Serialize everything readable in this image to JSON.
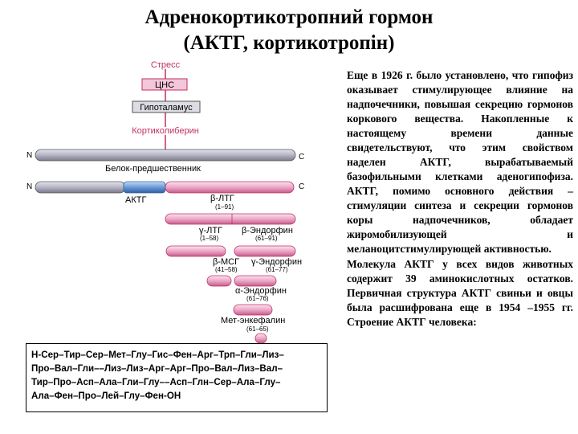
{
  "slide": {
    "title_line1": "Адренокортикотропний гормон",
    "title_line2": "(АКТГ, кортикотропін)"
  },
  "diagram": {
    "stress": "Стресс",
    "cns": "ЦНС",
    "hypothalamus": "Гипоталамус",
    "corticoliberin": "Кортиколиберин",
    "precursor": "Белок-предшественник",
    "n_label": "N",
    "c_label": "C",
    "actg": "АКТГ",
    "beta_ltg": "β-ЛТГ",
    "beta_ltg_range": "(1–91)",
    "gamma_ltg": "γ-ЛТГ",
    "gamma_ltg_range": "(1–58)",
    "beta_endorphin": "β-Эндорфин",
    "beta_endorphin_range": "(61–91)",
    "beta_msg": "β-МСГ",
    "beta_msg_range": "(41–58)",
    "gamma_endorphin": "γ-Эндорфин",
    "gamma_endorphin_range": "(61–77)",
    "alpha_endorphin": "α-Эндорфин",
    "alpha_endorphin_range": "(61–76)",
    "met_enkephalin": "Мет-энкефалин",
    "met_enkephalin_range": "(61–65)",
    "colors": {
      "precursor_fill": "#a8a8b8",
      "actg_fill": "#5a8fd0",
      "pink_fill": "#e9a7c6",
      "outline": "#c0305e",
      "pink_text": "#c0305e"
    }
  },
  "sequence": {
    "line1": "Н-Сер–Тир–Сер–Мет–Глу–Гис–Фен–Арг–Трп–Гли–Лиз–",
    "line2": "Про–Вал–Гли––Лиз–Лиз–Арг–Арг–Про–Вал–Лиз–Вал–",
    "line3": "Тир–Про–Асп–Ала–Гли–Глу––Асп–Глн–Сер–Ала–Глу–",
    "line4": "Ала–Фен–Про–Лей–Глу–Фен-ОН"
  },
  "text": {
    "para1": "Еще в 1926 г. было установлено, что гипофиз оказывает стимулирующее влияние на надпочечники, повышая секрецию гормонов коркового вещества. Накопленные к настоящему времени данные свидетельствуют, что этим свойством наделен АКТГ, вырабатываемый базофильными клетками аденогипофиза. АКТГ, помимо основного действия – стимуляции синтеза и секреции гормонов коры надпочечников, обладает жиромобилизующей и меланоцитстимулирующей активностью.",
    "para2": "Молекула АКТГ у всех видов животных содержит 39 аминокислотных остатков. Первичная структура АКТГ свиньи и овцы была расшифрована еще в 1954 –1955 гг. Строение АКТГ человека:"
  }
}
